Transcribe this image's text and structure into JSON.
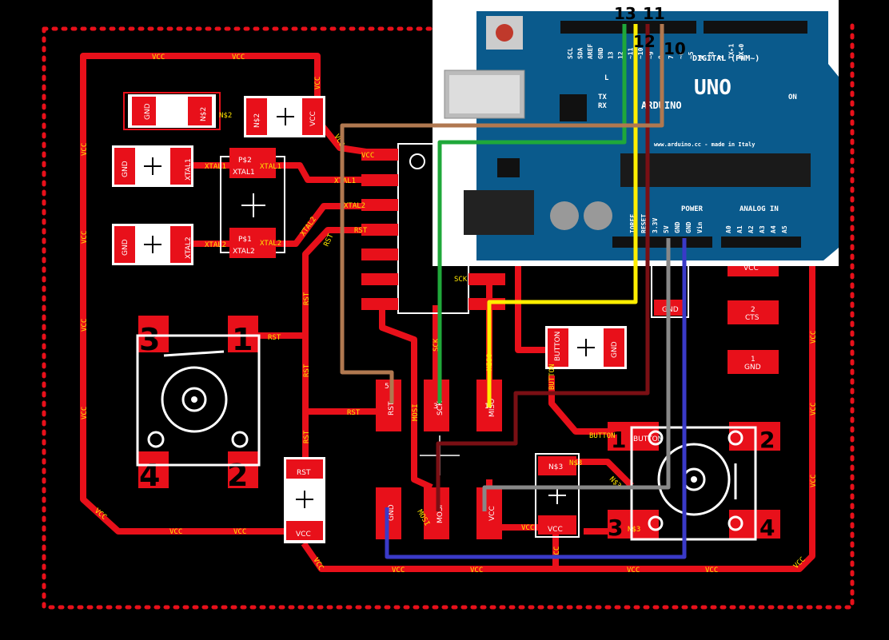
{
  "colors": {
    "background": "#000000",
    "copper": "#e8101a",
    "silk": "#ffffff",
    "label": "#ffe600",
    "board": "#0a5a8c"
  },
  "outline_icon": "dotted-board-outline",
  "labels": {
    "vcc": "VCC",
    "rst": "RST",
    "gnd": "GND",
    "xtal1": "XTAL1",
    "xtal2": "XTAL2",
    "sck": "SCK",
    "miso": "MISO",
    "mosi": "MOSI",
    "button": "BUTTON",
    "cts": "CTS",
    "n32": "N$2",
    "n33": "N$3",
    "p2": "P$2",
    "p1": "P$1",
    "one": "1",
    "two": "2",
    "three": "3",
    "four": "4",
    "five": "5"
  },
  "switch1": {
    "pin3": "3",
    "pin1": "1",
    "pin4": "4",
    "pin2": "2"
  },
  "switch2": {
    "pin1": "1",
    "pin2": "2",
    "pin3": "3",
    "pin4": "4"
  },
  "arduino": {
    "model": "UNO",
    "brand": "ARDUINO",
    "website": "www.arduino.cc - made in Italy",
    "digital": "DIGITAL (PWM~)",
    "power": "POWER",
    "analog": "ANALOG IN",
    "on": "ON",
    "tx": "TX",
    "rx": "RX",
    "l": "L",
    "top_pins": [
      "SCL",
      "SDA",
      "AREF",
      "GND",
      "13",
      "12",
      "~11",
      "~10",
      "~9",
      "8",
      "7",
      "~6",
      "~5",
      "4",
      "~3",
      "2",
      "TX▸1",
      "RX◂0"
    ],
    "power_pins": [
      "IOREF",
      "RESET",
      "3.3V",
      "5V",
      "GND",
      "GND",
      "Vin"
    ],
    "analog_pins": [
      "A0",
      "A1",
      "A2",
      "A3",
      "A4",
      "A5"
    ],
    "wire_labels": {
      "p13": "13",
      "p12": "12",
      "p11": "11",
      "p10": "10"
    }
  }
}
